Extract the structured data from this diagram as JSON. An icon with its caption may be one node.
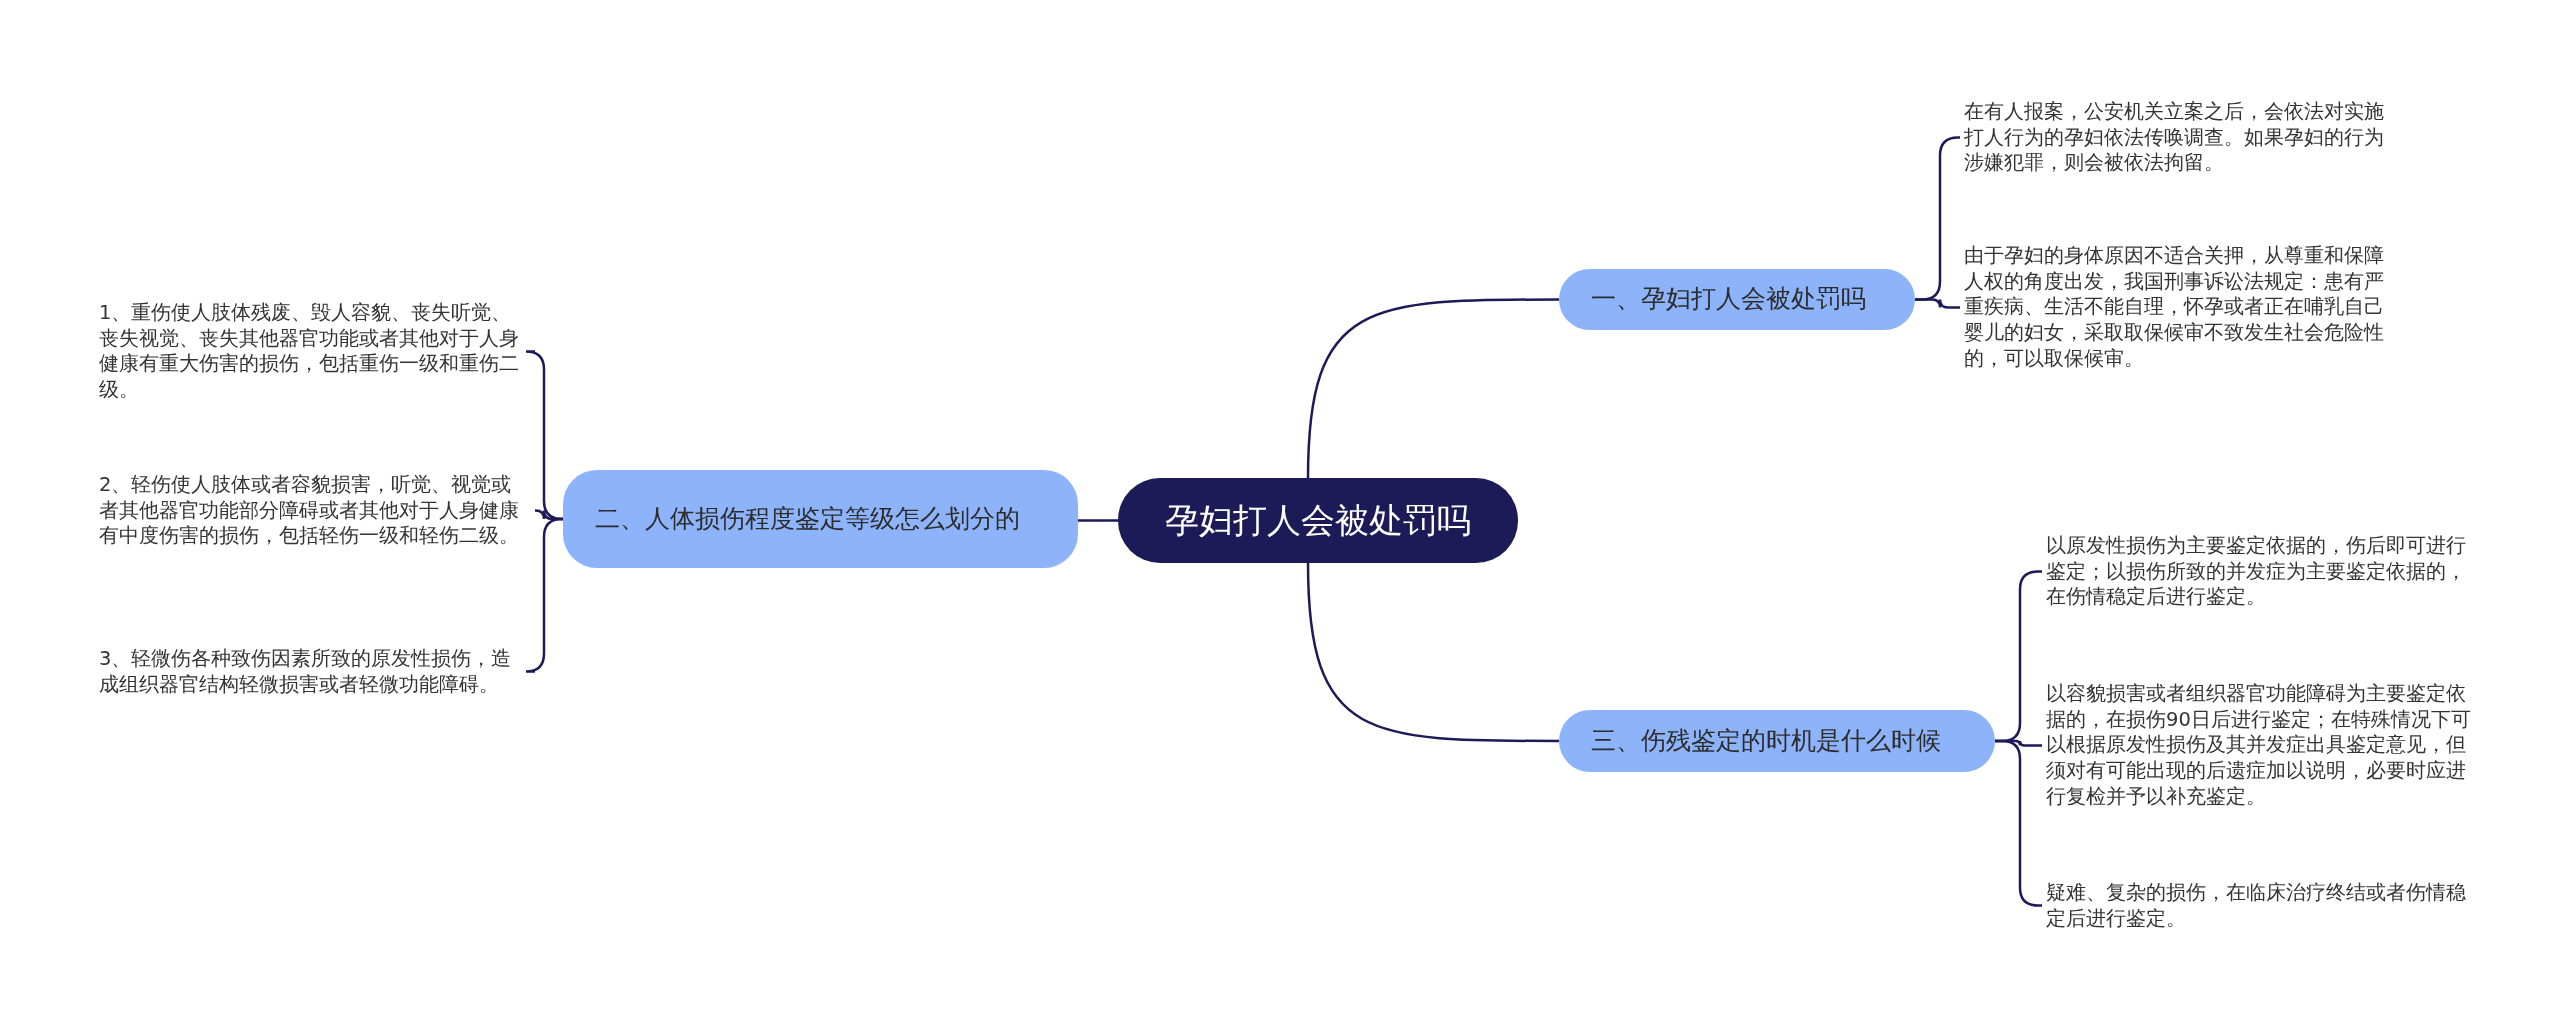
{
  "diagram": {
    "nodes": [
      {
        "text": [
          "孕妇打人会被处罚吗"
        ]
      },
      {
        "text": [
          "一、孕妇打人会被处罚吗"
        ]
      },
      {
        "text": [
          "在有人报案，公安机关立案之后，会依法对实施打人行为的孕妇依法传唤调查。如果孕妇的行为涉嫌犯罪，则会被依法拘留。"
        ]
      },
      {
        "text": [
          "由于孕妇的身体原因不适合关押，从尊重和保障人权的角度出发，我国刑事诉讼法规定：患有严重疾病、生活不能自理，怀孕或者正在哺乳自己婴儿的妇女，采取取保候审不致发生社会危险性的，可以取保候审。"
        ]
      },
      {
        "text": [
          "二、人体损伤程度鉴定等级怎么划分的"
        ]
      },
      {
        "text": [
          "1、重伤使人肢体残废、毁人容貌、丧失听觉、丧失视觉、丧失其他器官功能或者其他对于人身健康有重大伤害的损伤，包括重伤一级和重伤二级。"
        ]
      },
      {
        "text": [
          "2、轻伤使人肢体或者容貌损害，听觉、视觉或者其他器官功能部分障碍或者其他对于人身健康有中度伤害的损伤，包括轻伤一级和轻伤二级。"
        ]
      },
      {
        "text": [
          "3、轻微伤各种致伤因素所致的原发性损伤，造成组织器官结构轻微损害或者轻微功能障碍。"
        ]
      },
      {
        "text": [
          "三、伤残鉴定的时机是什么时候"
        ]
      },
      {
        "text": [
          "以原发性损伤为主要鉴定依据的，伤后即可进行鉴定；以损伤所致的并发症为主要鉴定依据的，在伤情稳定后进行鉴定。"
        ]
      },
      {
        "text": [
          "以容貌损害或者组织器官功能障碍为主要鉴定依据的，在损伤90日后进行鉴定；在特殊情况下可以根据原发性损伤及其并发症出具鉴定意见，但须对有可能出现的后遗症加以说明，必要时应进行复检并予以补充鉴定。"
        ]
      },
      {
        "text": [
          "疑难、复杂的损伤，在临床治疗终结或者伤情稳定后进行鉴定。"
        ]
      }
    ],
    "edges": [
      {
        "from": 0,
        "to": 1,
        "arrow": "none"
      },
      {
        "from": 1,
        "to": 2,
        "arrow": "none"
      },
      {
        "from": 1,
        "to": 3,
        "arrow": "none"
      },
      {
        "from": 0,
        "to": 4,
        "arrow": "none"
      },
      {
        "from": 4,
        "to": 5,
        "arrow": "none"
      },
      {
        "from": 4,
        "to": 6,
        "arrow": "none"
      },
      {
        "from": 4,
        "to": 7,
        "arrow": "none"
      },
      {
        "from": 0,
        "to": 8,
        "arrow": "none"
      },
      {
        "from": 8,
        "to": 9,
        "arrow": "none"
      },
      {
        "from": 8,
        "to": 10,
        "arrow": "none"
      },
      {
        "from": 8,
        "to": 11,
        "arrow": "none"
      }
    ]
  }
}
